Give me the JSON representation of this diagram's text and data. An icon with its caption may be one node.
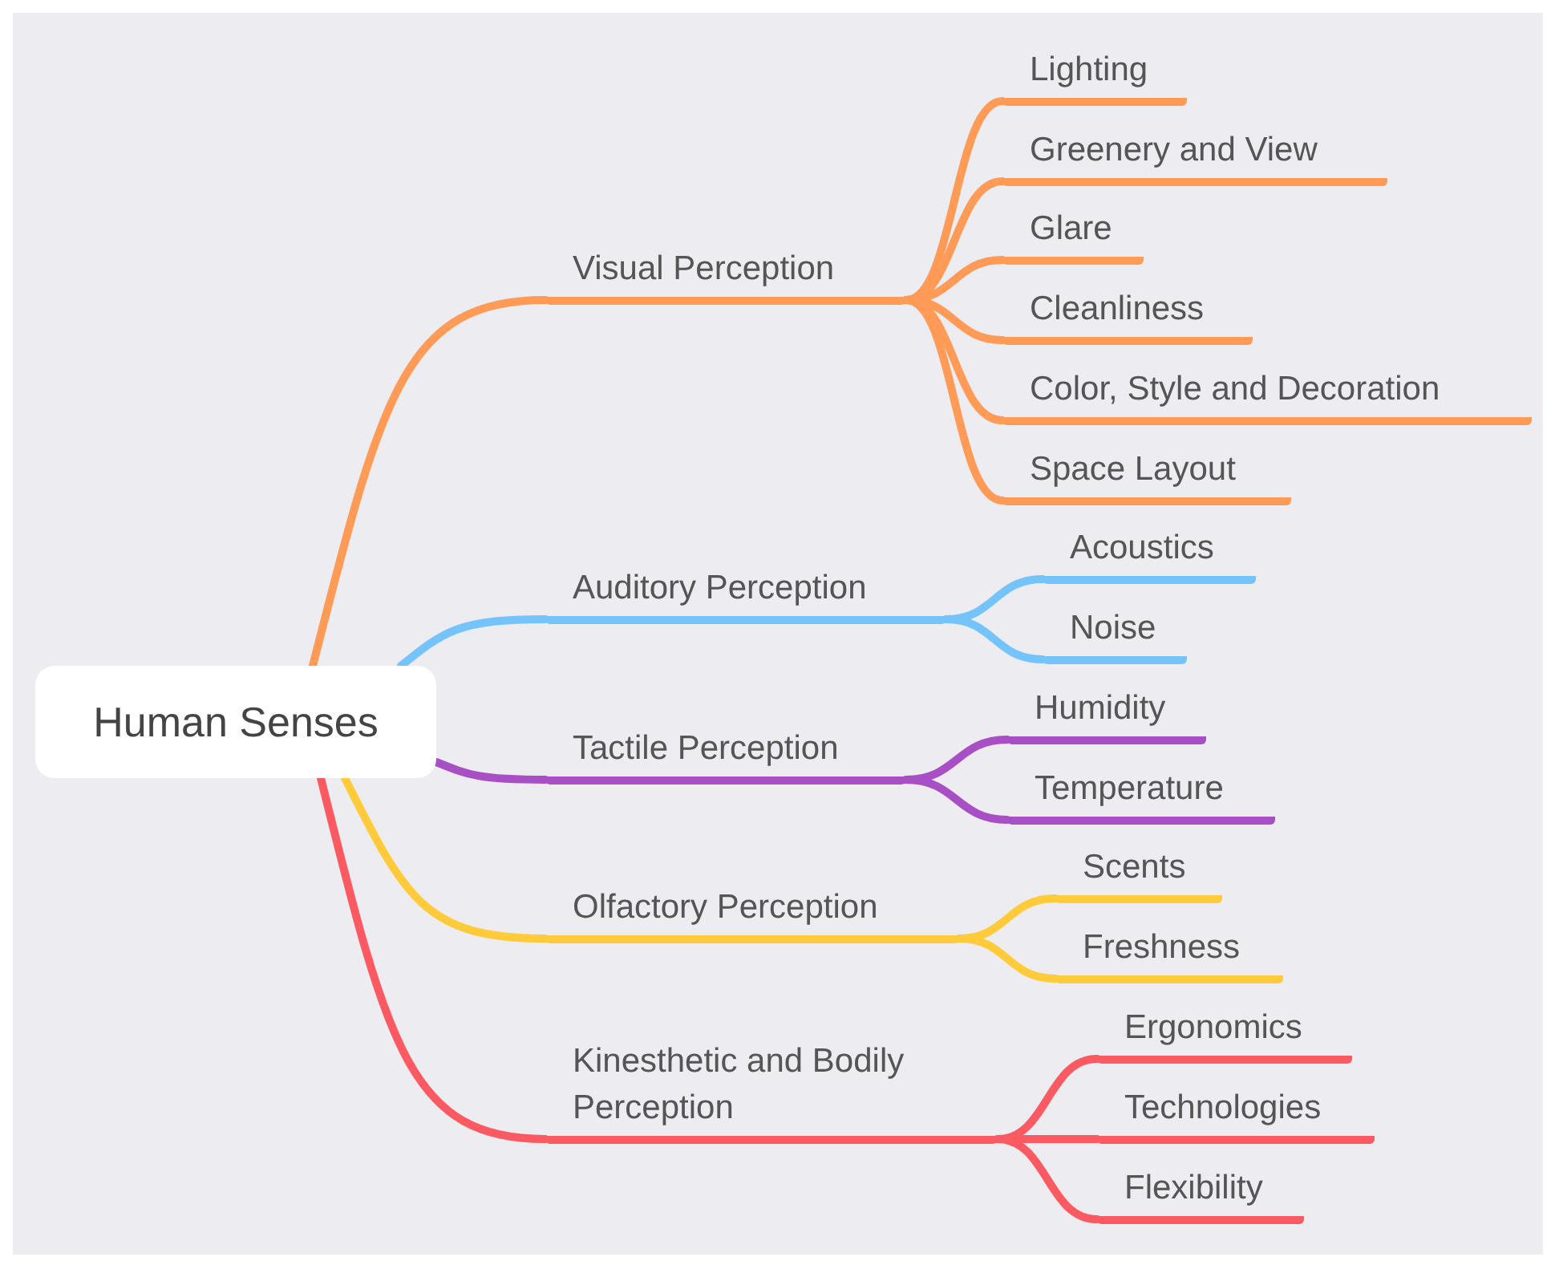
{
  "diagram": {
    "nodes": [
      {
        "text": [
          "Human Senses"
        ]
      },
      {
        "text": [
          "Visual Perception"
        ]
      },
      {
        "text": [
          "Lighting"
        ]
      },
      {
        "text": [
          "Greenery and View"
        ]
      },
      {
        "text": [
          "Glare"
        ]
      },
      {
        "text": [
          "Cleanliness"
        ]
      },
      {
        "text": [
          "Color, Style and Decoration"
        ]
      },
      {
        "text": [
          "Space Layout"
        ]
      },
      {
        "text": [
          "Auditory Perception"
        ]
      },
      {
        "text": [
          "Acoustics"
        ]
      },
      {
        "text": [
          "Noise"
        ]
      },
      {
        "text": [
          "Tactile Perception"
        ]
      },
      {
        "text": [
          "Humidity"
        ]
      },
      {
        "text": [
          "Temperature"
        ]
      },
      {
        "text": [
          "Olfactory Perception"
        ]
      },
      {
        "text": [
          "Scents"
        ]
      },
      {
        "text": [
          "Freshness"
        ]
      },
      {
        "text": [
          "Kinesthetic and Bodily Perception"
        ]
      },
      {
        "text": [
          "Ergonomics"
        ]
      },
      {
        "text": [
          "Technologies"
        ]
      },
      {
        "text": [
          "Flexibility"
        ]
      }
    ],
    "edges": [
      {
        "from": 0,
        "to": 1,
        "arrow": "none",
        "color": "#ff9a57"
      },
      {
        "from": 1,
        "to": 2,
        "arrow": "none",
        "color": "#ff9a57"
      },
      {
        "from": 1,
        "to": 3,
        "arrow": "none",
        "color": "#ff9a57"
      },
      {
        "from": 1,
        "to": 4,
        "arrow": "none",
        "color": "#ff9a57"
      },
      {
        "from": 1,
        "to": 5,
        "arrow": "none",
        "color": "#ff9a57"
      },
      {
        "from": 1,
        "to": 6,
        "arrow": "none",
        "color": "#ff9a57"
      },
      {
        "from": 1,
        "to": 7,
        "arrow": "none",
        "color": "#ff9a57"
      },
      {
        "from": 0,
        "to": 8,
        "arrow": "none",
        "color": "#74c3fb"
      },
      {
        "from": 8,
        "to": 9,
        "arrow": "none",
        "color": "#74c3fb"
      },
      {
        "from": 8,
        "to": 10,
        "arrow": "none",
        "color": "#74c3fb"
      },
      {
        "from": 0,
        "to": 11,
        "arrow": "none",
        "color": "#a94fc6"
      },
      {
        "from": 11,
        "to": 12,
        "arrow": "none",
        "color": "#a94fc6"
      },
      {
        "from": 11,
        "to": 13,
        "arrow": "none",
        "color": "#a94fc6"
      },
      {
        "from": 0,
        "to": 14,
        "arrow": "none",
        "color": "#ffcb3a"
      },
      {
        "from": 14,
        "to": 15,
        "arrow": "none",
        "color": "#ffcb3a"
      },
      {
        "from": 14,
        "to": 16,
        "arrow": "none",
        "color": "#ffcb3a"
      },
      {
        "from": 0,
        "to": 17,
        "arrow": "none",
        "color": "#fc5a63"
      },
      {
        "from": 17,
        "to": 18,
        "arrow": "none",
        "color": "#fc5a63"
      },
      {
        "from": 17,
        "to": 19,
        "arrow": "none",
        "color": "#fc5a63"
      },
      {
        "from": 17,
        "to": 20,
        "arrow": "none",
        "color": "#fc5a63"
      }
    ]
  }
}
